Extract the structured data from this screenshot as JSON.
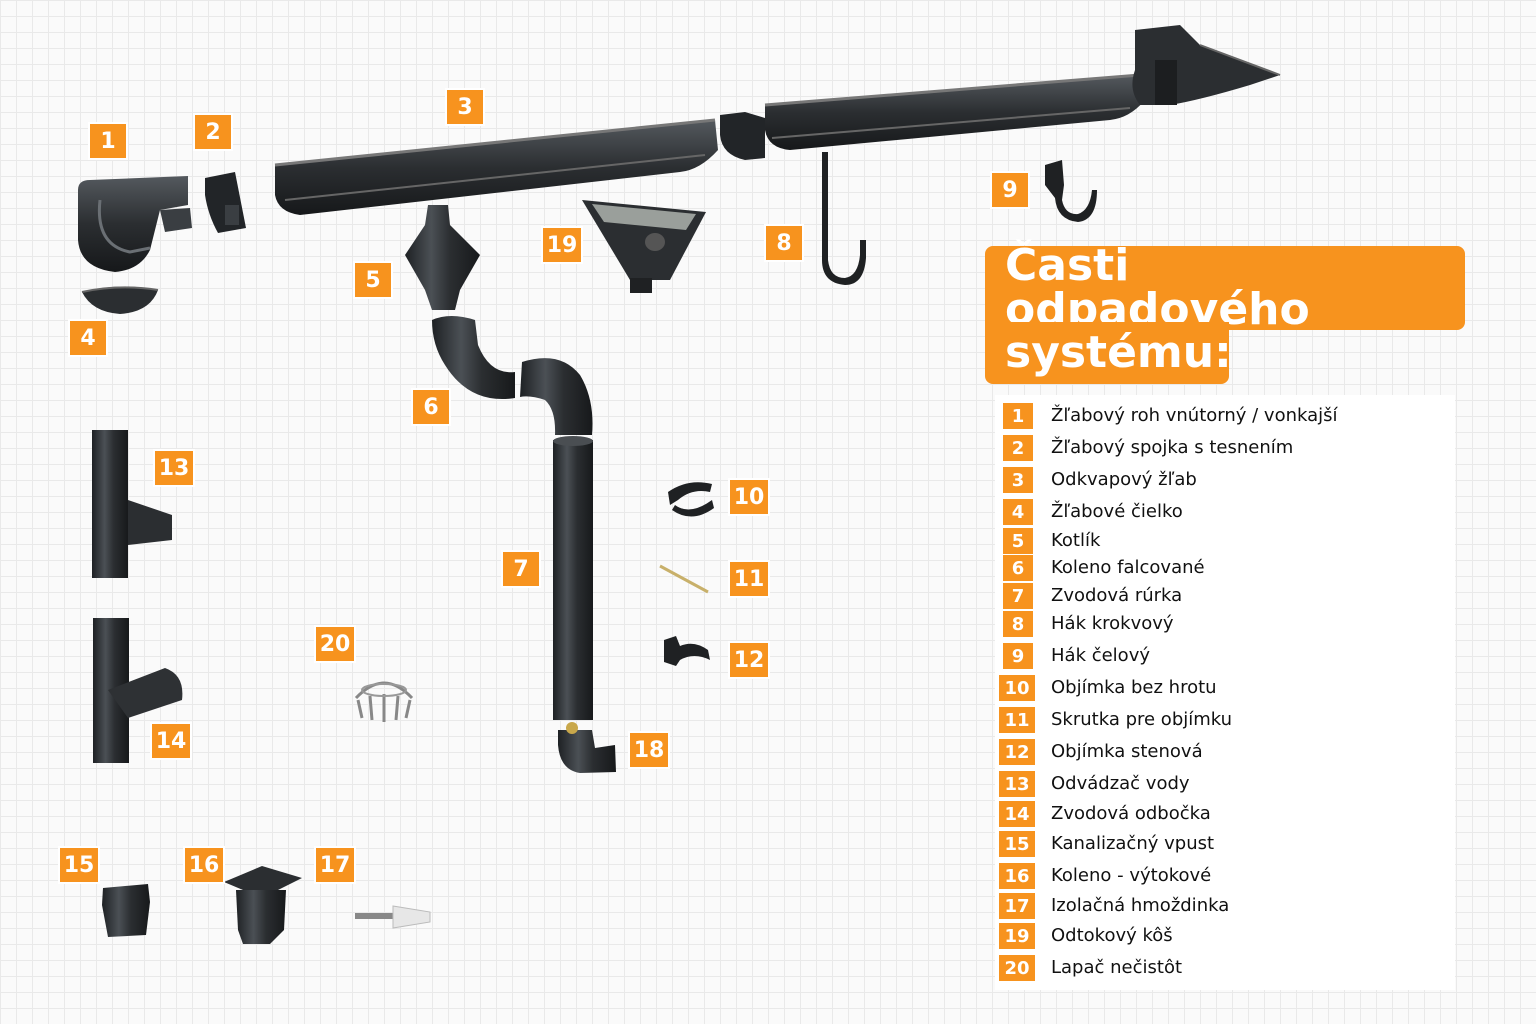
{
  "title": {
    "line1": "Časti odpadového",
    "line2": "systému:"
  },
  "colors": {
    "accent": "#f7931e",
    "part": "#2b2e31",
    "part_highlight": "#5a5f64"
  },
  "parts": [
    {
      "number": "1",
      "label": "Žľabový roh vnútorný / vonkajší",
      "icon": "gutter-corner-icon"
    },
    {
      "number": "2",
      "label": "Žľabový spojka s tesnením",
      "icon": "gutter-connector-icon"
    },
    {
      "number": "3",
      "label": "Odkvapový žľab",
      "icon": "gutter-icon"
    },
    {
      "number": "4",
      "label": "Žľabové čielko",
      "icon": "gutter-end-cap-icon"
    },
    {
      "number": "5",
      "label": "Kotlík",
      "icon": "outlet-icon"
    },
    {
      "number": "6",
      "label": "Koleno falcované",
      "icon": "elbow-icon"
    },
    {
      "number": "7",
      "label": "Zvodová rúrka",
      "icon": "downpipe-icon"
    },
    {
      "number": "8",
      "label": "Hák krokvový",
      "icon": "rafter-hook-icon"
    },
    {
      "number": "9",
      "label": "Hák čelový",
      "icon": "fascia-hook-icon"
    },
    {
      "number": "10",
      "label": "Objímka bez hrotu",
      "icon": "pipe-clamp-icon"
    },
    {
      "number": "11",
      "label": "Skrutka pre objímku",
      "icon": "screw-icon"
    },
    {
      "number": "12",
      "label": "Objímka stenová",
      "icon": "wall-clamp-icon"
    },
    {
      "number": "13",
      "label": "Odvádzač vody",
      "icon": "water-diverter-icon"
    },
    {
      "number": "14",
      "label": "Zvodová odbočka",
      "icon": "branch-pipe-icon"
    },
    {
      "number": "15",
      "label": "Kanalizačný vpust",
      "icon": "sewer-inlet-icon"
    },
    {
      "number": "16",
      "label": "Koleno - výtokové",
      "icon": "drain-hopper-icon"
    },
    {
      "number": "17",
      "label": "Izolačná hmoždinka",
      "icon": "dowel-icon"
    },
    {
      "number": "18",
      "label": "",
      "icon": "outlet-elbow-icon"
    },
    {
      "number": "19",
      "label": "Odtokový kôš",
      "icon": "drain-basket-icon"
    },
    {
      "number": "20",
      "label": "Lapač nečistôt",
      "icon": "leaf-guard-icon"
    }
  ],
  "legend_order": [
    0,
    1,
    2,
    3,
    4,
    5,
    6,
    7,
    8,
    9,
    10,
    11,
    12,
    13,
    14,
    15,
    16,
    18,
    19
  ]
}
